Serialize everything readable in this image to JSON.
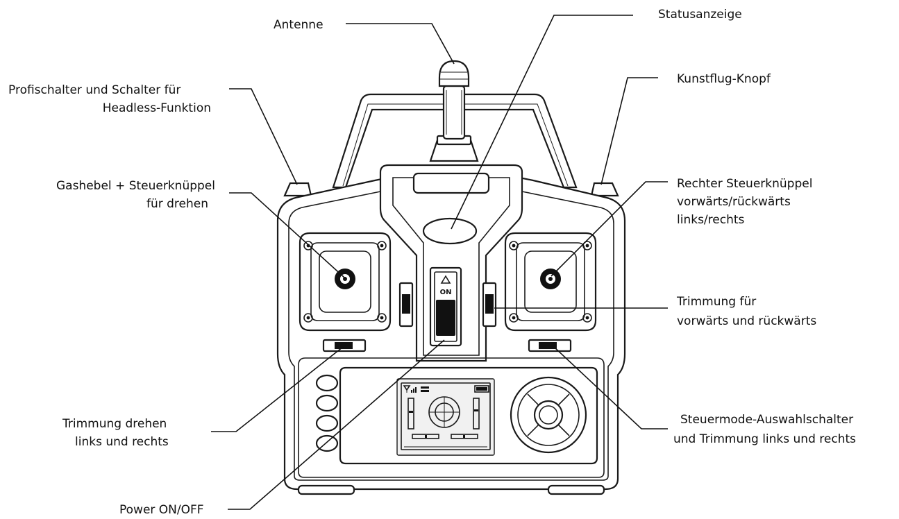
{
  "colors": {
    "line": "#111111",
    "fill": "#ffffff",
    "dark": "#111111"
  },
  "labels": {
    "antenna": "Antenne",
    "status": "Statusanzeige",
    "profi_line1": "Profischalter und Schalter für",
    "profi_line2": "Headless-Funktion",
    "kunstflug": "Kunstflug-Knopf",
    "gas_line1": "Gashebel + Steuerknüppel",
    "gas_line2": "für drehen",
    "right_stick_line1": "Rechter Steuerknüppel",
    "right_stick_line2": "vorwärts/rückwärts",
    "right_stick_line3": "links/rechts",
    "trim_fb_line1": "Trimmung für",
    "trim_fb_line2": "vorwärts und rückwärts",
    "trim_turn_line1": "Trimmung drehen",
    "trim_turn_line2": "links und rechts",
    "mode_line1": "Steuermode-Auswahlschalter",
    "mode_line2": "und Trimmung links und rechts",
    "power": "Power ON/OFF"
  },
  "device": {
    "switch_label": "ON"
  }
}
